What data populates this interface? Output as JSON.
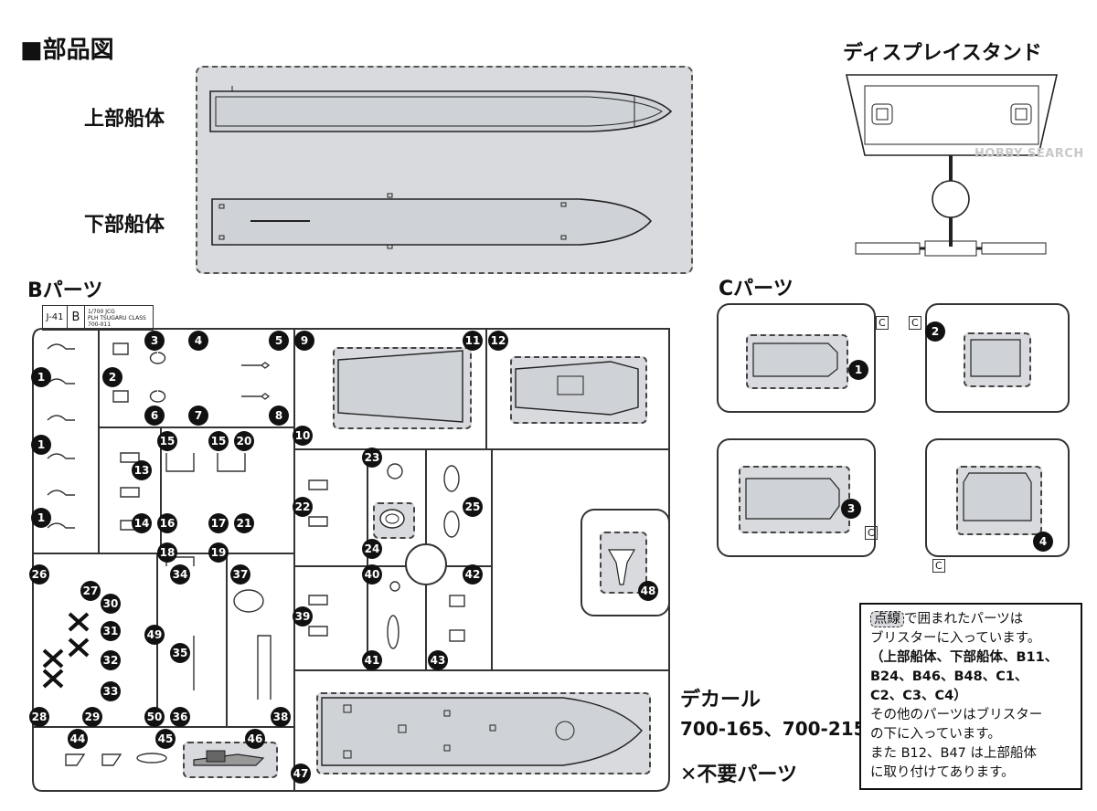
{
  "header": {
    "title": "■部品図"
  },
  "hull": {
    "upper_label": "上部船体",
    "lower_label": "下部船体"
  },
  "stand": {
    "label": "ディスプレイスタンド"
  },
  "b_parts": {
    "label": "Bパーツ",
    "tag_code": "J-41",
    "tag_letter": "B",
    "tag_text_1": "1/700 JCG",
    "tag_text_2": "PLH TSUGARU CLASS",
    "tag_text_3": "700-011",
    "numbers": [
      "1",
      "1",
      "1",
      "2",
      "3",
      "4",
      "5",
      "6",
      "7",
      "8",
      "9",
      "10",
      "11",
      "12",
      "13",
      "14",
      "15",
      "15",
      "16",
      "17",
      "18",
      "19",
      "20",
      "21",
      "22",
      "23",
      "24",
      "25",
      "26",
      "27",
      "28",
      "29",
      "30",
      "31",
      "32",
      "33",
      "34",
      "35",
      "36",
      "37",
      "38",
      "39",
      "40",
      "41",
      "42",
      "43",
      "44",
      "45",
      "46",
      "47",
      "48",
      "49",
      "50"
    ]
  },
  "c_parts": {
    "label": "Cパーツ",
    "letter": "C",
    "numbers": [
      "1",
      "2",
      "3",
      "4"
    ]
  },
  "decal": {
    "label": "デカール",
    "codes": "700-165、700-215"
  },
  "unneeded": {
    "label": "✕不要パーツ"
  },
  "note": {
    "line1_hl": "点線",
    "line1_rest": "で囲まれたパーツは",
    "line2": "ブリスターに入っています。",
    "line3": "（上部船体、下部船体、B11、",
    "line4": "B24、B46、B48、C1、",
    "line5": "C2、C3、C4）",
    "line6": "その他のパーツはブリスター",
    "line7": "の下に入っています。",
    "line8": "また B12、B47 は上部船体",
    "line9": "に取り付けてあります。"
  },
  "watermark": {
    "text": "HOBBY SEARCH"
  }
}
